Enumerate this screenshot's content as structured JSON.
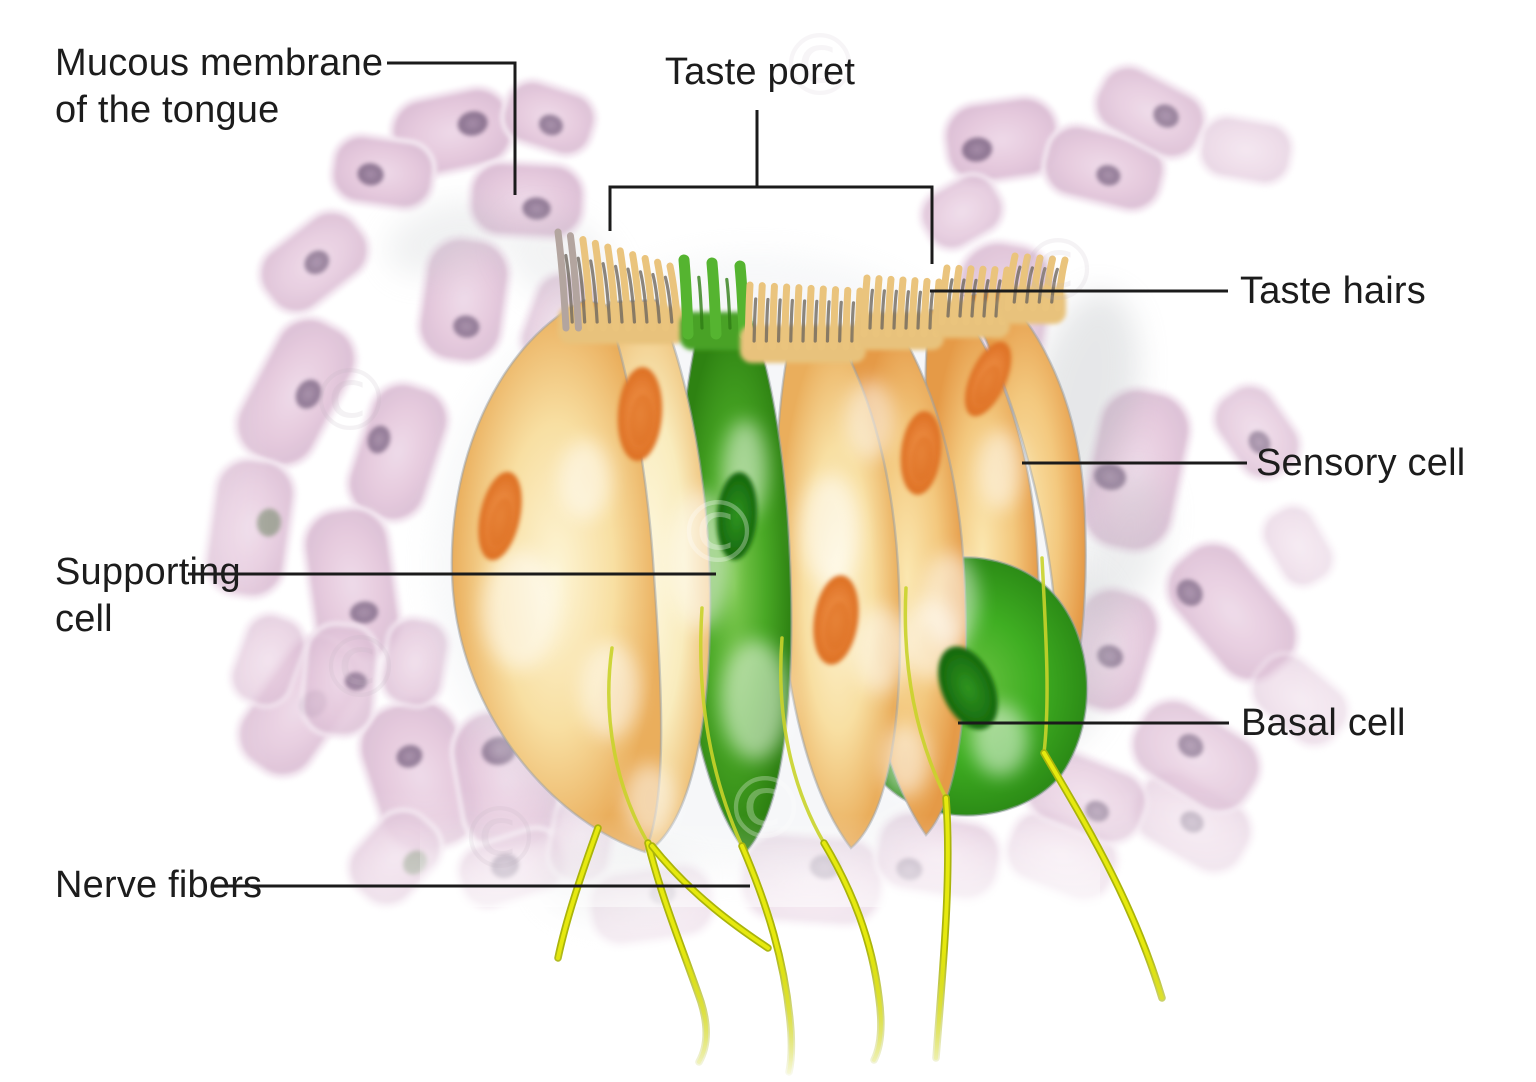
{
  "labels": {
    "mucous_membrane": "Mucous membrane of the tongue",
    "taste_pore": "Taste poret",
    "taste_hairs": "Taste hairs",
    "sensory_cell": "Sensory cell",
    "supporting_cell": "Supporting cell",
    "basal_cell": "Basal cell",
    "nerve_fibers": "Nerve fibers"
  },
  "watermark_symbol": "©",
  "colors": {
    "background": "#ffffff",
    "label_text": "#1c1c1c",
    "leader_line": "#1b1b1b",
    "epithelial_cell_light": "#eed9e8",
    "epithelial_cell_dark": "#ddc0d6",
    "epithelial_cell_edge": "#f3e6f0",
    "epithelial_nucleus_light": "#9b82a0",
    "epithelial_nucleus_dark": "#77607e",
    "sensory_light": "#fdf5d6",
    "sensory_mid": "#f8dfa2",
    "sensory_edge": "#eaae5c",
    "sensory_pale": "#fef8e0",
    "sensory_deep_edge": "#e59a47",
    "sensory_nucleus": "#f39a52",
    "sensory_nucleus_dark": "#dd6f22",
    "supporting_green_light": "#7cc84f",
    "supporting_green": "#49a825",
    "supporting_green_dark": "#2e8212",
    "basal_green_light": "#6cc343",
    "basal_green": "#3fae22",
    "basal_green_dark": "#2c8c16",
    "green_nucleus": "#2f9420",
    "green_nucleus_dark": "#14660c",
    "taste_hair": "#eac47d",
    "taste_hair_gray": "#b3a59f",
    "taste_hair_shadow": "#6f685e",
    "nerve_fiber": "#e6e90e",
    "nerve_fiber_dark": "#aab40b",
    "inner_fiber": "#c9d32a",
    "watermark": "#bfb3bf"
  }
}
